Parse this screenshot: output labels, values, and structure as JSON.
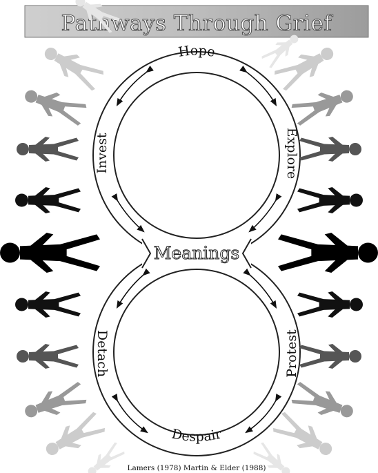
{
  "title": "Pathways Through Grief",
  "center": "Meanings",
  "stages": {
    "hope": "Hope",
    "invest": "Invest",
    "explore": "Explore",
    "detach": "Detach",
    "protest": "Protest",
    "despair": "Despair"
  },
  "credit": "Lamers (1978) Martin & Elder (1988)",
  "colors": {
    "banner_bg": "#c8c8c8",
    "ring": "#222222",
    "figure_darkest": "#000000",
    "figure_lightest": "#e6e6e6"
  },
  "icons": {
    "figure": "person-icon"
  }
}
